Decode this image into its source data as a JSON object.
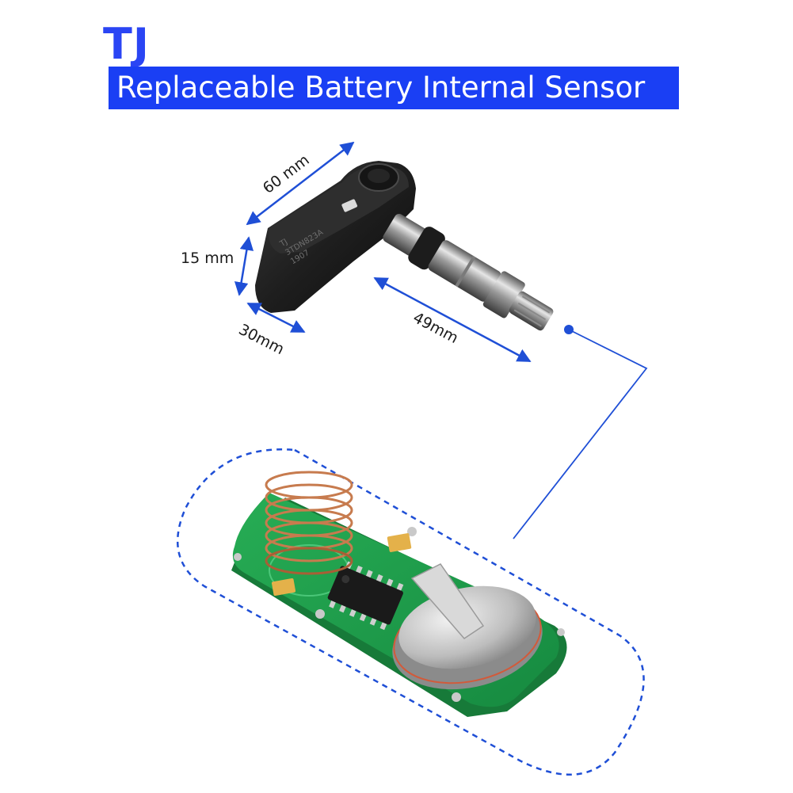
{
  "header": {
    "brand": "TJ",
    "title": "Replaceable Battery Internal Sensor"
  },
  "dimensions": {
    "length": "60 mm",
    "height": "15 mm",
    "width": "30mm",
    "valve": "49mm"
  },
  "sensor_markings": {
    "line1": "TJ",
    "line2": "3TDN823A",
    "line3": "1907"
  },
  "colors": {
    "brand_blue": "#2a45f4",
    "banner_blue": "#1a3ff4",
    "annotation_blue": "#1f4fd6",
    "pcb_green": "#1f9a4a"
  }
}
